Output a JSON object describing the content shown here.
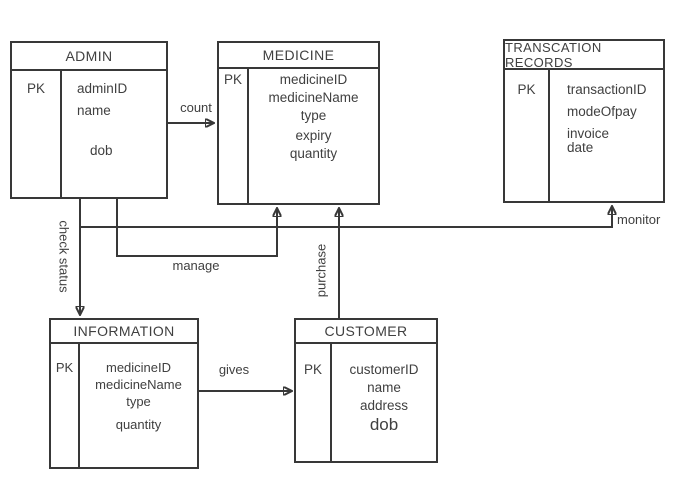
{
  "diagram": {
    "entities": {
      "admin": {
        "title": "ADMIN",
        "pk_label": "PK",
        "attributes": [
          "adminID",
          "name",
          "dob"
        ]
      },
      "medicine": {
        "title": "MEDICINE",
        "pk_label": "PK",
        "attributes": [
          "medicineID",
          "medicineName",
          "type",
          "expiry",
          "quantity"
        ]
      },
      "transaction_records": {
        "title": "TRANSCATION RECORDS",
        "pk_label": "PK",
        "attributes": [
          "transactionID",
          "modeOfpay",
          "invoice",
          "date"
        ]
      },
      "information": {
        "title": "INFORMATION",
        "pk_label": "PK",
        "attributes": [
          "medicineID",
          "medicineName",
          "type",
          "quantity"
        ]
      },
      "customer": {
        "title": "CUSTOMER",
        "pk_label": "PK",
        "attributes": [
          "customerID",
          "name",
          "address",
          "dob"
        ]
      }
    },
    "relationships": {
      "count": {
        "label": "count",
        "from": "ADMIN",
        "to": "MEDICINE"
      },
      "check_status": {
        "label": "check status",
        "from": "ADMIN",
        "to": "INFORMATION"
      },
      "manage": {
        "label": "manage",
        "from": "ADMIN",
        "to": "MEDICINE"
      },
      "purchase": {
        "label": "purchase",
        "from": "CUSTOMER",
        "to": "MEDICINE"
      },
      "monitor": {
        "label": "monitor",
        "from": "ADMIN",
        "to": "TRANSCATION RECORDS"
      },
      "gives": {
        "label": "gives",
        "from": "INFORMATION",
        "to": "CUSTOMER"
      }
    },
    "colors": {
      "line": "#383838",
      "text": "#404040",
      "background": "#ffffff"
    }
  }
}
